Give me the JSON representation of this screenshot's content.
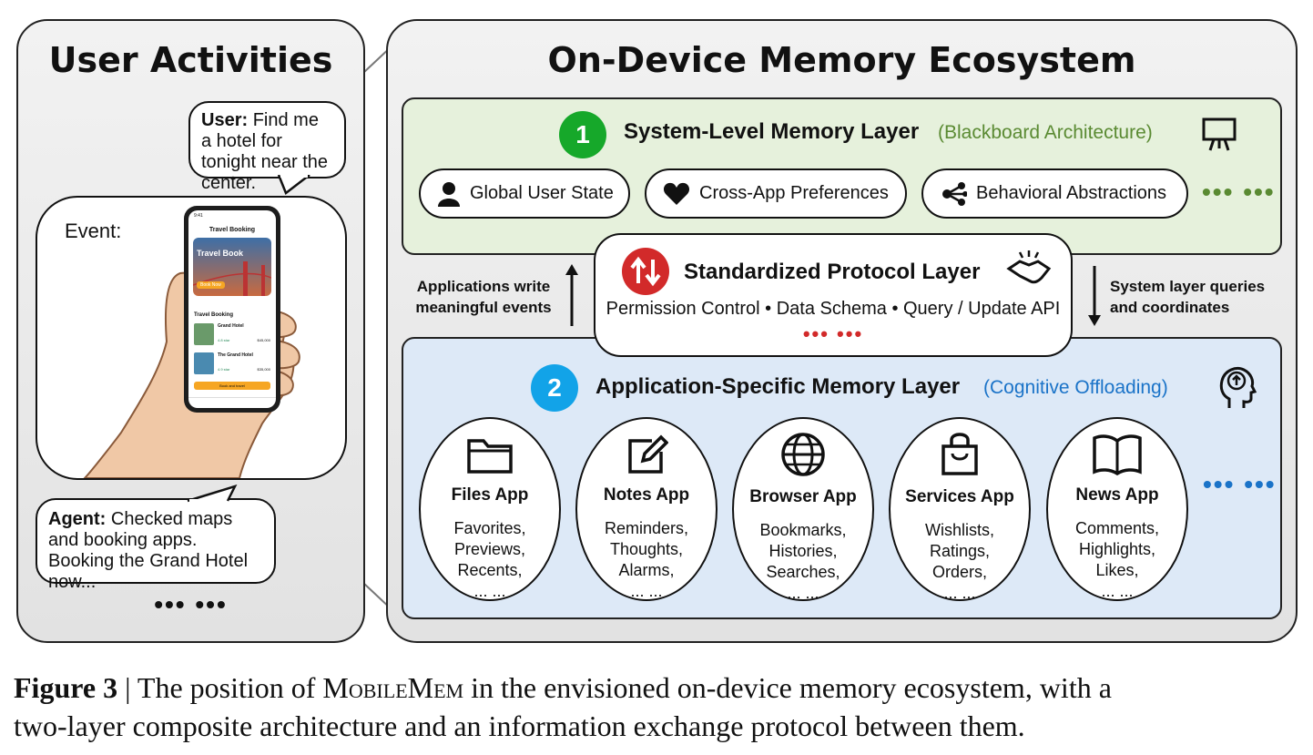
{
  "left": {
    "title": "User Activities",
    "user_bubble": {
      "speaker": "User:",
      "text": " Find me a hotel for tonight near the center."
    },
    "event_label": "Event:",
    "phone": {
      "time": "9:41",
      "header": "Travel Booking",
      "hero_text": "Travel Book",
      "hero_button": "Book Now",
      "section": "Travel Booking",
      "hotels": [
        {
          "name": "Grand Hotel",
          "rating": "4.8 star",
          "price": "$45,000"
        },
        {
          "name": "The Grand Hotel",
          "rating": "4.9 star",
          "price": "$35,000"
        }
      ],
      "cta": "Book and travel"
    },
    "agent_bubble": {
      "speaker": "Agent:",
      "text": " Checked maps and booking apps. Booking the Grand Hotel now..."
    },
    "ellipsis": "••• •••"
  },
  "right": {
    "title": "On-Device Memory Ecosystem",
    "system_layer": {
      "number": "1",
      "title": "System-Level Memory Layer",
      "subtitle": "(Blackboard Architecture)",
      "items": [
        "Global User State",
        "Cross-App Preferences",
        "Behavioral Abstractions"
      ],
      "more": "••• •••"
    },
    "protocol": {
      "title": "Standardized Protocol Layer",
      "details": "Permission Control • Data Schema • Query / Update API",
      "more": "••• •••"
    },
    "left_note": [
      "Applications write",
      "meaningful events"
    ],
    "right_note": [
      "System layer queries",
      "and coordinates"
    ],
    "app_layer": {
      "number": "2",
      "title": "Application-Specific Memory Layer",
      "subtitle": "(Cognitive Offloading)",
      "more": "••• •••",
      "apps": [
        {
          "name": "Files App",
          "icon": "folder-icon",
          "items": [
            "Favorites,",
            "Previews,",
            "Recents,",
            "... ..."
          ]
        },
        {
          "name": "Notes App",
          "icon": "edit-icon",
          "items": [
            "Reminders,",
            "Thoughts,",
            "Alarms,",
            "... ..."
          ]
        },
        {
          "name": "Browser App",
          "icon": "globe-icon",
          "items": [
            "Bookmarks,",
            "Histories,",
            "Searches,",
            "... ..."
          ]
        },
        {
          "name": "Services App",
          "icon": "shopping-bag-icon",
          "items": [
            "Wishlists,",
            "Ratings,",
            "Orders,",
            "... ..."
          ]
        },
        {
          "name": "News App",
          "icon": "book-icon",
          "items": [
            "Comments,",
            "Highlights,",
            "Likes,",
            "... ..."
          ]
        }
      ]
    }
  },
  "caption": {
    "label": "Figure 3",
    "sep": " | ",
    "text_before": "The position of ",
    "name": "MobileMem",
    "text_after": " in the envisioned on-device memory ecosystem, with a",
    "line2": "two-layer composite architecture and an information exchange protocol between them."
  },
  "colors": {
    "green": "#5a8a32",
    "green_circle": "#16a82a",
    "blue": "#1a73c8",
    "blue_circle": "#12a3e8",
    "red": "#d22a2a",
    "sys_bg": "#e6f1dc",
    "app_bg": "#dde9f7"
  }
}
